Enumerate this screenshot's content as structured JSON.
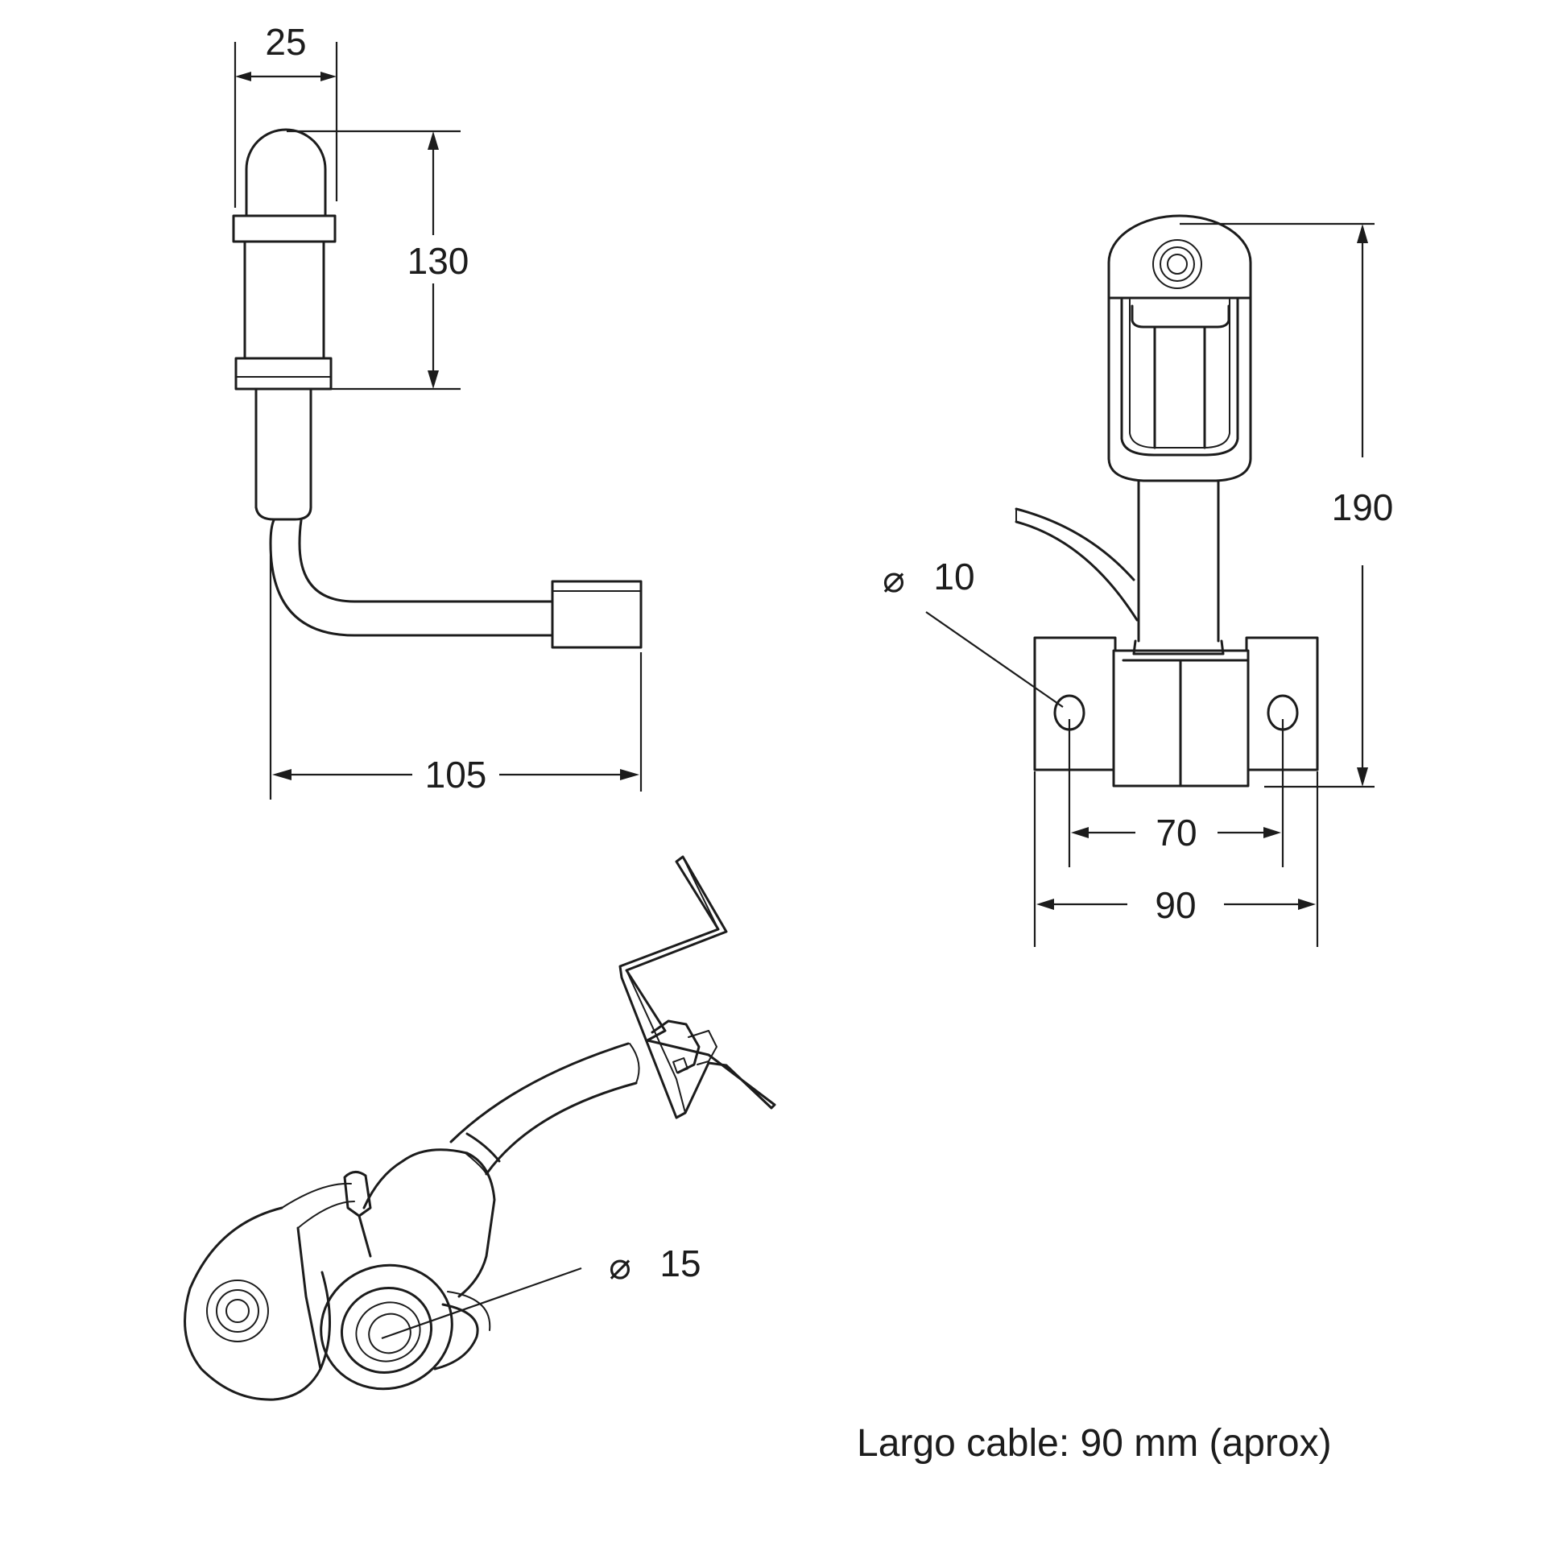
{
  "dimensions": {
    "side_width": "25",
    "side_height": "130",
    "side_length": "105",
    "front_height": "190",
    "hole_diameter_symbol": "⌀",
    "hole_diameter": "10",
    "hole_spacing": "70",
    "base_width": "90",
    "socket_diameter_symbol": "⌀",
    "socket_diameter": "15"
  },
  "note": "Largo cable: 90 mm (aprox)",
  "colors": {
    "line": "#1c1c1c",
    "background": "#ffffff"
  }
}
